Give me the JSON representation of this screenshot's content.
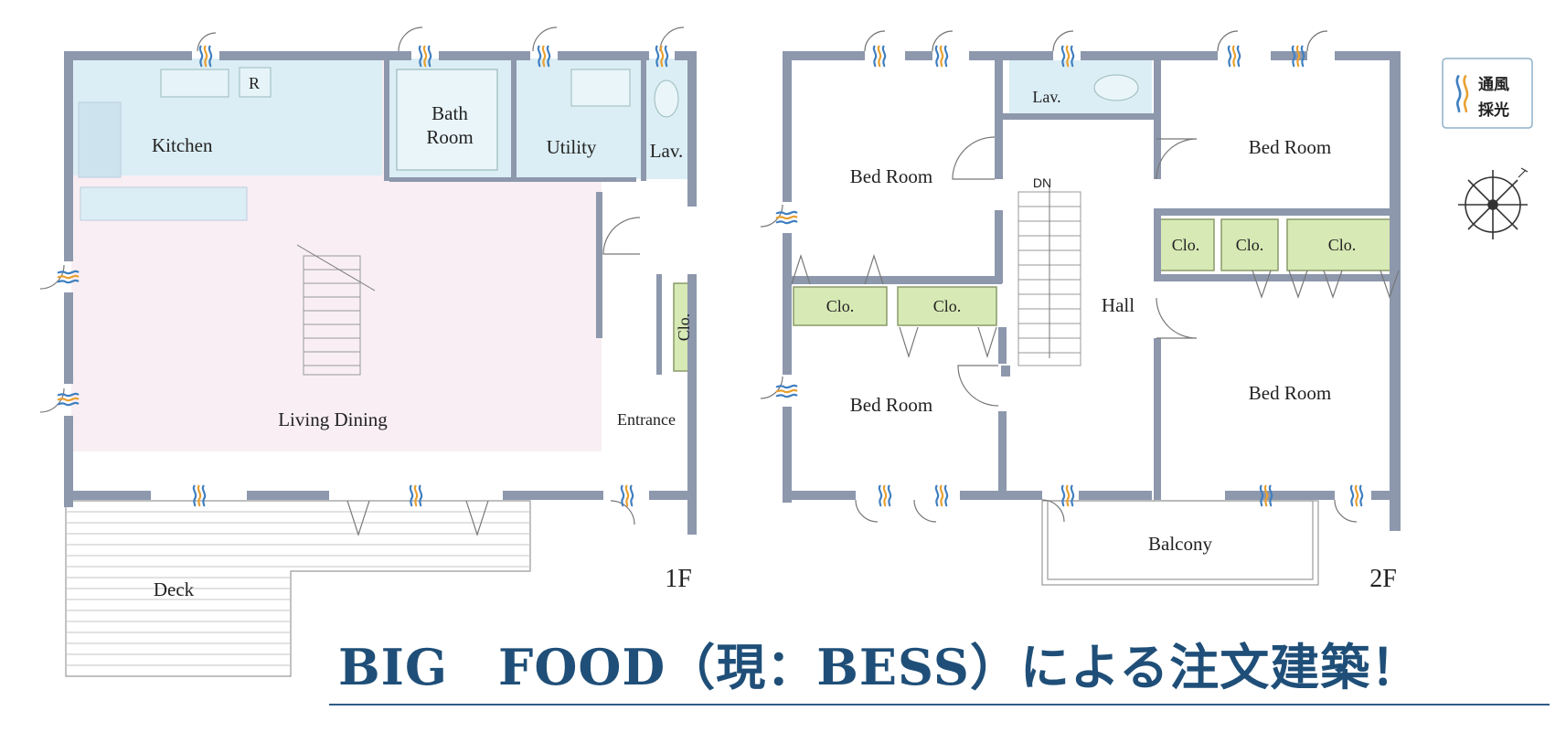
{
  "floor1": {
    "label": "1F",
    "rooms": {
      "kitchen": "Kitchen",
      "bath_room_1": "Bath",
      "bath_room_2": "Room",
      "utility": "Utility",
      "lav": "Lav.",
      "living_dining": "Living Dining",
      "entrance": "Entrance",
      "closet": "Clo.",
      "deck": "Deck",
      "fridge": "R"
    }
  },
  "floor2": {
    "label": "2F",
    "rooms": {
      "bed_room_nw": "Bed Room",
      "bed_room_sw": "Bed Room",
      "bed_room_ne": "Bed Room",
      "bed_room_se": "Bed Room",
      "lav": "Lav.",
      "hall": "Hall",
      "stair_down": "DN",
      "balcony": "Balcony",
      "closets": [
        "Clo.",
        "Clo.",
        "Clo.",
        "Clo.",
        "Clo."
      ]
    }
  },
  "legend": {
    "line1": "通風",
    "line2": "採光"
  },
  "banner": {
    "text": "BIG　FOOD（現：BESS）による注文建築！"
  },
  "colors": {
    "wall": "#8d98ad",
    "wet_area": "#dceef5",
    "living_floor": "#f8eef3",
    "closet": "#d7e9b4",
    "banner_text": "#1f4f78",
    "vent_blue": "#3f7fc0",
    "vent_orange": "#e8a030"
  }
}
